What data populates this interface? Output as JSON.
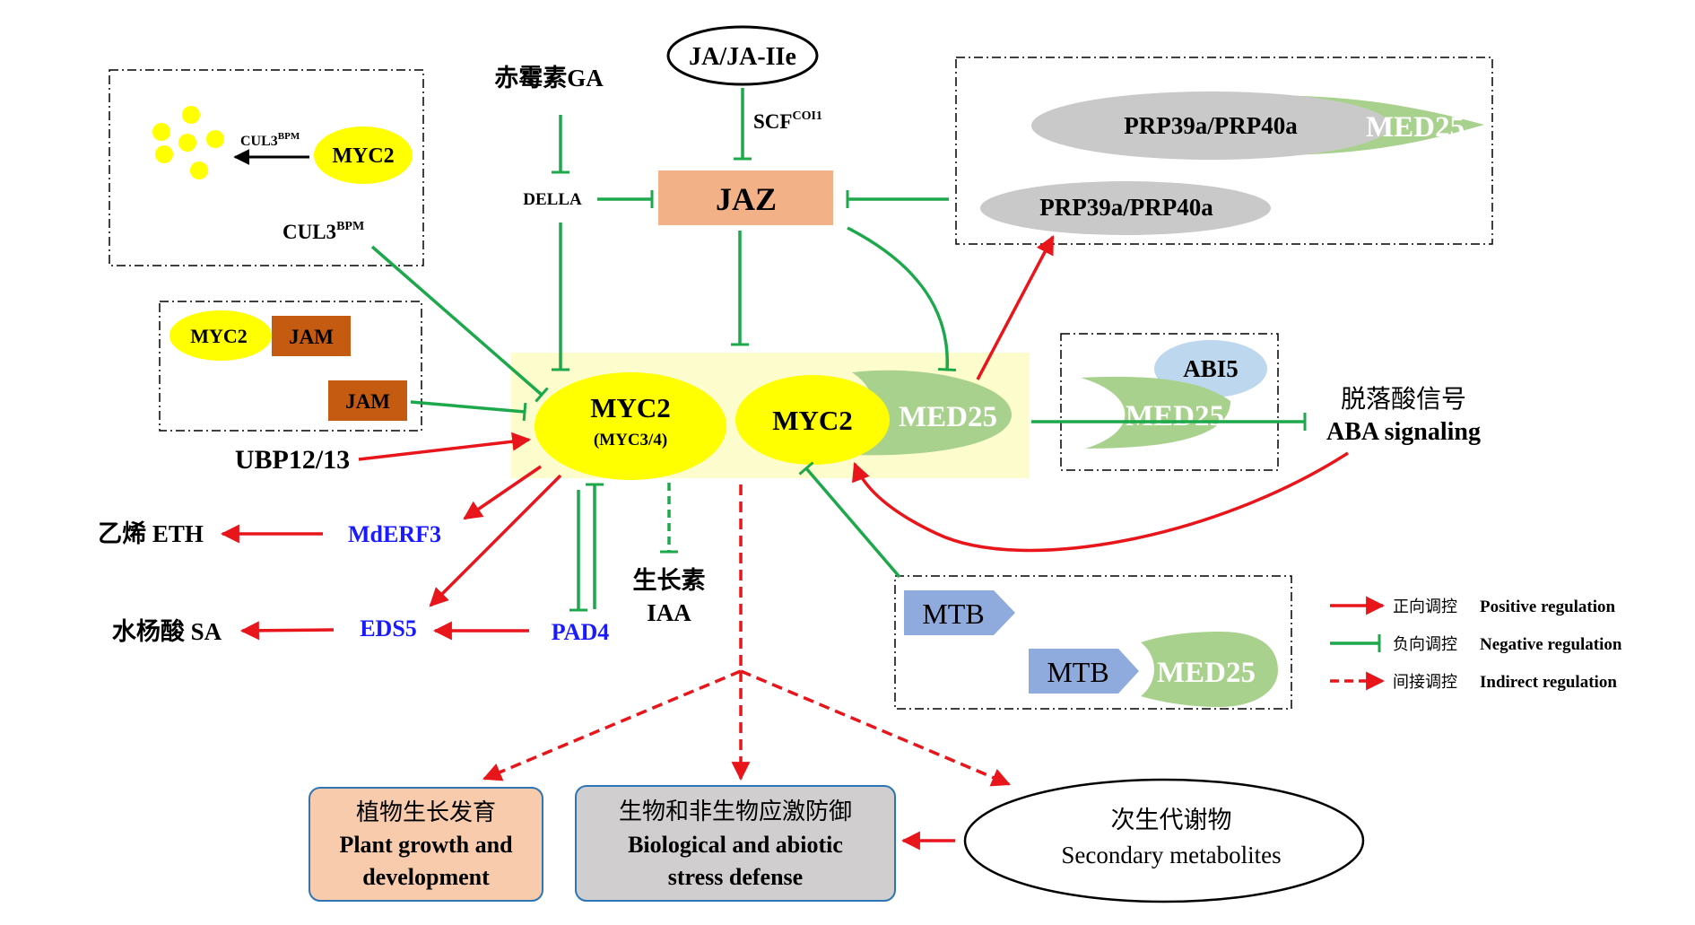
{
  "nodes": {
    "ja": "JA/JA-IIe",
    "scf": "SCF",
    "scf_sup": "COI1",
    "ga": "赤霉素GA",
    "della": "DELLA",
    "jaz": "JAZ",
    "myc2_main": "MYC2",
    "myc34": "(MYC3/4)",
    "myc2_b": "MYC2",
    "med25_b": "MED25",
    "ubp": "UBP12/13",
    "mderf3": "MdERF3",
    "eth": "乙烯 ETH",
    "eds5": "EDS5",
    "sa": "水杨酸 SA",
    "pad4": "PAD4",
    "iaa_cn": "生长素",
    "iaa_en": "IAA",
    "aba_cn": "脱落酸信号",
    "aba_en": "ABA signaling"
  },
  "boxes": {
    "cul3_box": {
      "cul3_small": "CUL3",
      "cul3_small_sup": "BPM",
      "myc2": "MYC2",
      "cul3_label": "CUL3",
      "cul3_label_sup": "BPM"
    },
    "jam_box": {
      "myc2": "MYC2",
      "jam1": "JAM",
      "jam2": "JAM"
    },
    "prp_box": {
      "prp_top": "PRP39a/PRP40a",
      "med25": "MED25",
      "prp_bottom": "PRP39a/PRP40a"
    },
    "abi5_box": {
      "abi5": "ABI5",
      "med25": "MED25"
    },
    "mtb_box": {
      "mtb1": "MTB",
      "mtb2": "MTB",
      "med25": "MED25"
    }
  },
  "outcomes": {
    "growth_cn": "植物生长发育",
    "growth_en1": "Plant growth and",
    "growth_en2": "development",
    "stress_cn": "生物和非生物应激防御",
    "stress_en1": "Biological and abiotic",
    "stress_en2": "stress defense",
    "secondary_cn": "次生代谢物",
    "secondary_en": "Secondary metabolites"
  },
  "legend": [
    {
      "cn": "正向调控",
      "en": "Positive regulation",
      "style": "positive"
    },
    {
      "cn": "负向调控",
      "en": "Negative regulation",
      "style": "negative"
    },
    {
      "cn": "间接调控",
      "en": "Indirect regulation",
      "style": "indirect"
    }
  ],
  "colors": {
    "positive": "#e8151b",
    "negative": "#1ca84b",
    "myc_yellow": "#ffff00",
    "hub_bg": "#fdfccd",
    "jaz_fill": "#f3b187",
    "jam_fill": "#c55a11",
    "med25_green": "#a9d18e",
    "prp_grey": "#c9c9c9",
    "abi5_blue": "#bdd7ee",
    "mtb_blue": "#8faadc",
    "growth_fill": "#f8cbad",
    "stress_fill": "#d0cece",
    "blue_text": "#1a1aff"
  }
}
